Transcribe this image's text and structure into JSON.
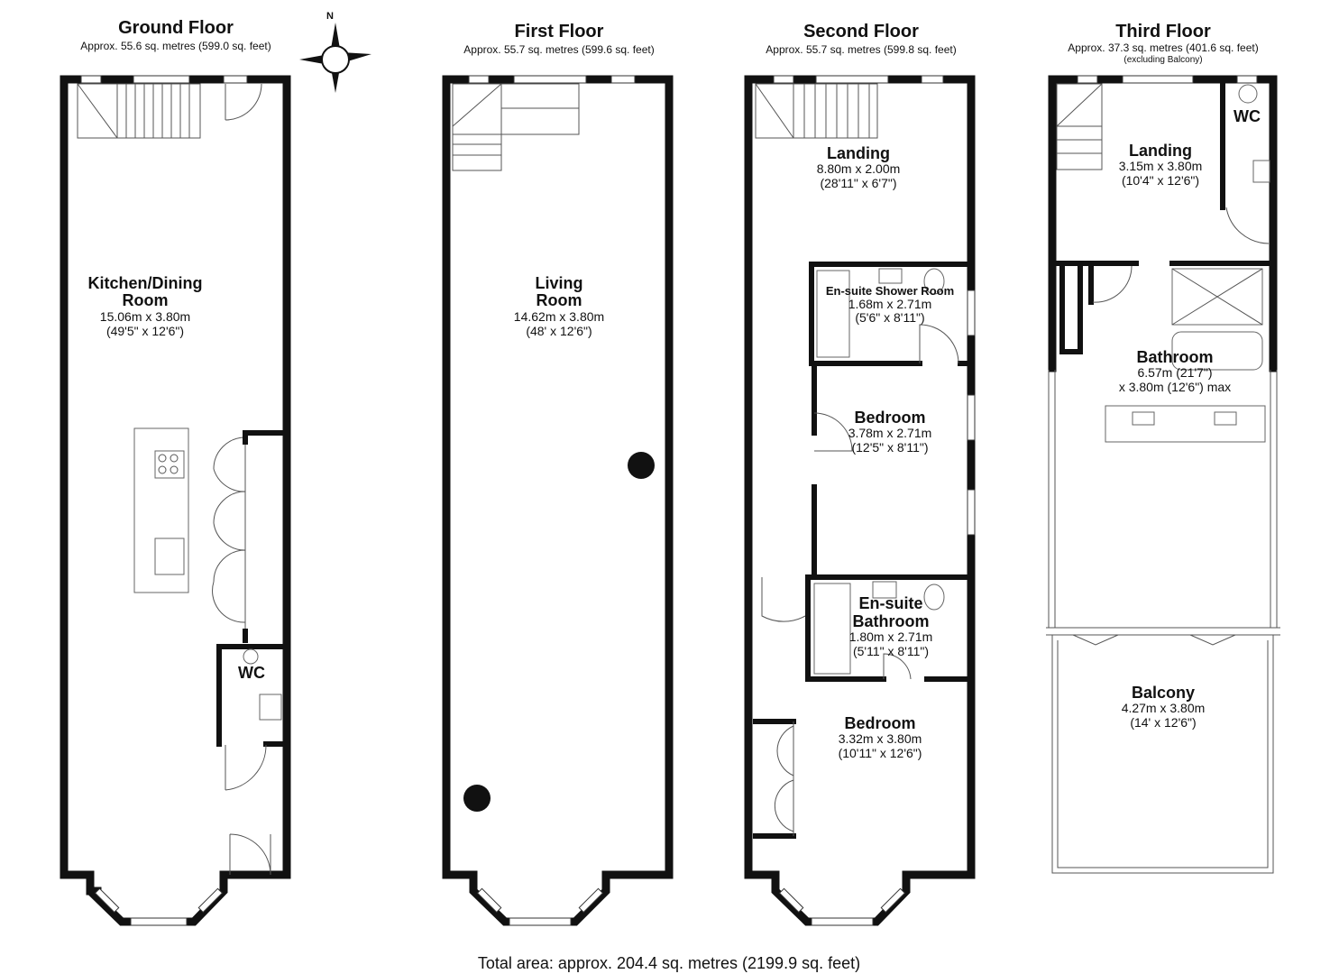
{
  "floors": {
    "ground": {
      "title": "Ground Floor",
      "area": "Approx. 55.6 sq. metres (599.0 sq. feet)",
      "rooms": {
        "kitchen": {
          "name1": "Kitchen/Dining",
          "name2": "Room",
          "dim_m": "15.06m x 3.80m",
          "dim_ft": "(49'5\" x 12'6\")"
        },
        "wc": {
          "name": "WC"
        }
      }
    },
    "first": {
      "title": "First Floor",
      "area": "Approx. 55.7 sq. metres (599.6 sq. feet)",
      "rooms": {
        "living": {
          "name1": "Living",
          "name2": "Room",
          "dim_m": "14.62m x 3.80m",
          "dim_ft": "(48' x 12'6\")"
        }
      }
    },
    "second": {
      "title": "Second Floor",
      "area": "Approx. 55.7 sq. metres (599.8 sq. feet)",
      "rooms": {
        "landing": {
          "name": "Landing",
          "dim_m": "8.80m x 2.00m",
          "dim_ft": "(28'11\" x 6'7\")"
        },
        "shower": {
          "name": "En-suite Shower Room",
          "dim_m": "1.68m x 2.71m",
          "dim_ft": "(5'6\" x 8'11\")"
        },
        "bedroom1": {
          "name": "Bedroom",
          "dim_m": "3.78m x 2.71m",
          "dim_ft": "(12'5\" x 8'11\")"
        },
        "ensuite": {
          "name1": "En-suite",
          "name2": "Bathroom",
          "dim_m": "1.80m x 2.71m",
          "dim_ft": "(5'11\" x 8'11\")"
        },
        "bedroom2": {
          "name": "Bedroom",
          "dim_m": "3.32m x 3.80m",
          "dim_ft": "(10'11\" x 12'6\")"
        }
      }
    },
    "third": {
      "title": "Third Floor",
      "area": "Approx. 37.3 sq. metres (401.6 sq. feet)",
      "note": "(excluding Balcony)",
      "rooms": {
        "wc": {
          "name": "WC"
        },
        "landing": {
          "name": "Landing",
          "dim_m": "3.15m x 3.80m",
          "dim_ft": "(10'4\" x 12'6\")"
        },
        "bathroom": {
          "name": "Bathroom",
          "dim_m": "6.57m (21'7\")",
          "dim_ft": "x 3.80m (12'6\") max"
        },
        "balcony": {
          "name": "Balcony",
          "dim_m": "4.27m x 3.80m",
          "dim_ft": "(14' x 12'6\")"
        }
      }
    }
  },
  "compass": {
    "label": "N"
  },
  "total_area": "Total area: approx. 204.4 sq. metres (2199.9 sq. feet)"
}
